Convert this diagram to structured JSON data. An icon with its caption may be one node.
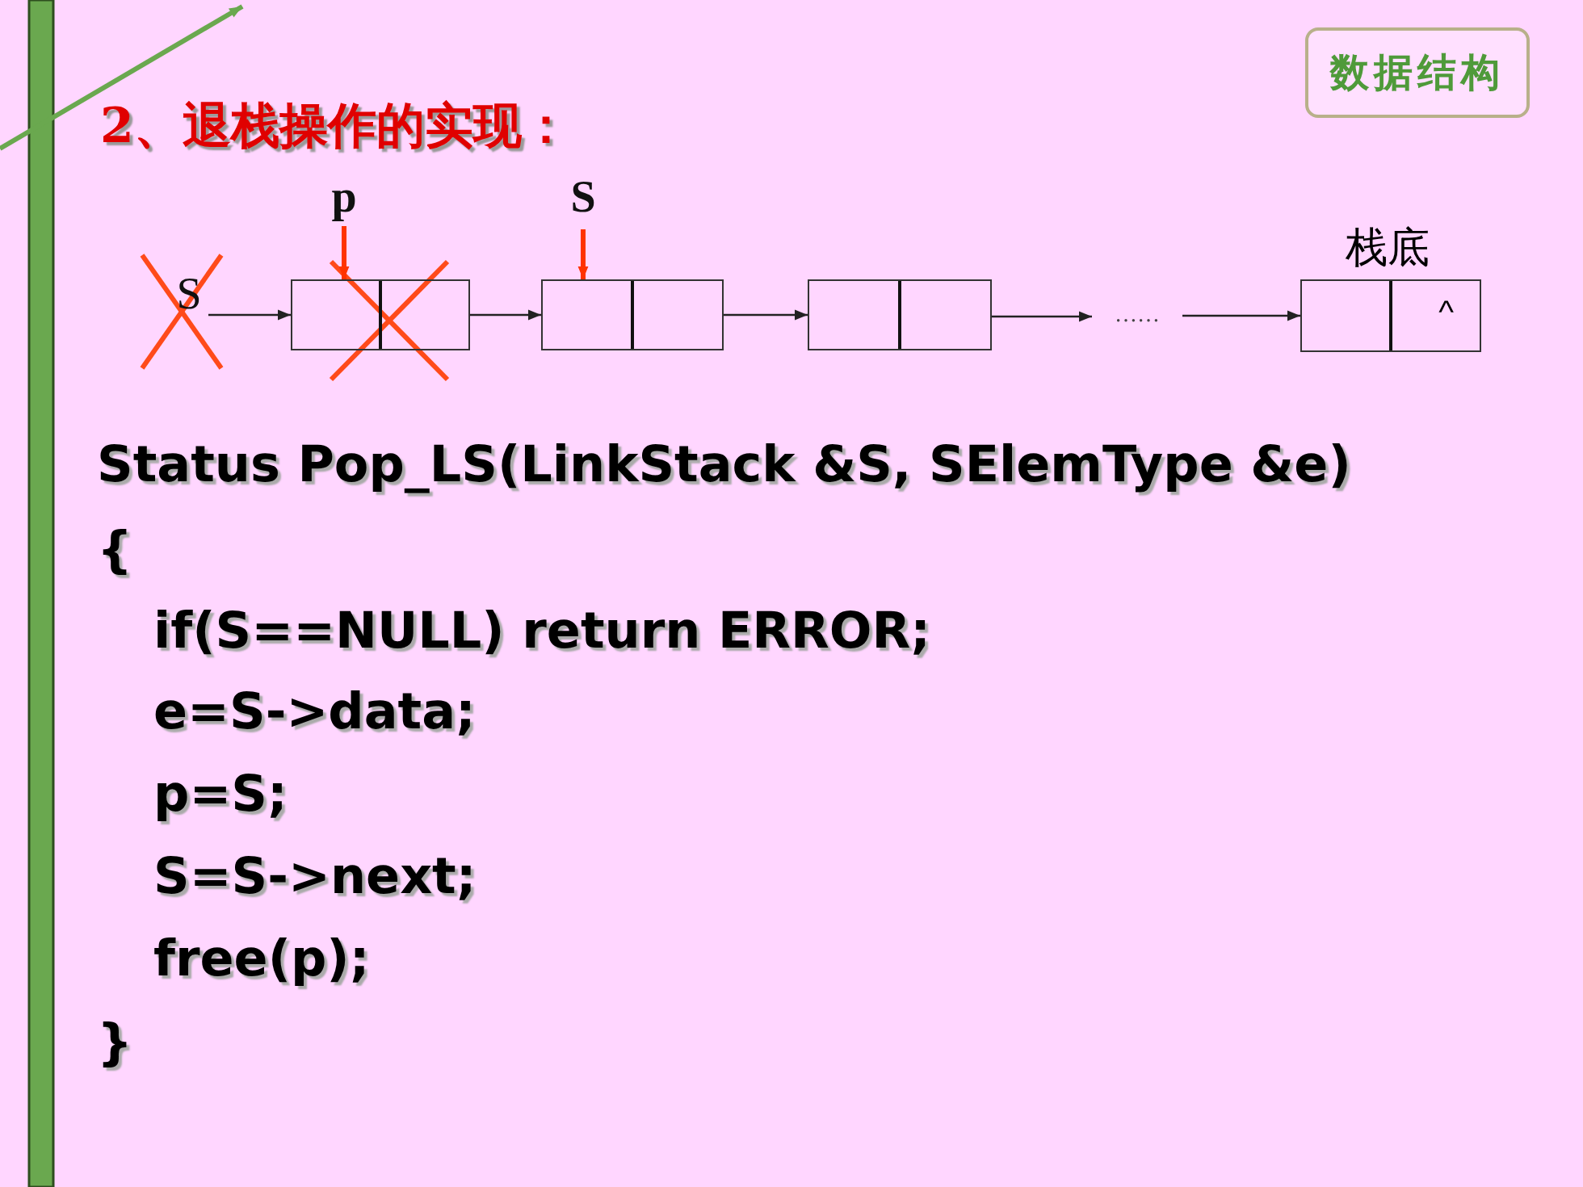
{
  "diagram": {
    "title": "2、退栈操作的实现：",
    "nodes": [
      {
        "text": [
          "数据结构"
        ]
      },
      {
        "text": [
          "p"
        ]
      },
      {
        "text": [
          "S"
        ]
      },
      {
        "text": [
          "S"
        ]
      },
      {
        "text": [],
        "shape": "box"
      },
      {
        "text": [],
        "shape": "box"
      },
      {
        "text": [],
        "shape": "box"
      },
      {
        "text": [
          "……"
        ]
      },
      {
        "text": [
          "^"
        ],
        "beside": [
          "栈底"
        ]
      }
    ],
    "edges": [
      {
        "from": 1,
        "to": 4,
        "arrow": "to",
        "style": "thick",
        "color": "#ff3300"
      },
      {
        "from": 2,
        "to": 5,
        "arrow": "to",
        "style": "thick",
        "color": "#ff3300"
      },
      {
        "from": 3,
        "to": 4,
        "arrow": "to"
      },
      {
        "from": 4,
        "to": 5,
        "arrow": "to"
      },
      {
        "from": 5,
        "to": 6,
        "arrow": "to"
      },
      {
        "from": 6,
        "to": 7,
        "arrow": "to"
      },
      {
        "from": 7,
        "to": 8,
        "arrow": "to"
      }
    ],
    "labels": [
      "Status Pop_LS(LinkStack &S, SElemType &e)",
      "{",
      "if(S==NULL) return ERROR;",
      "e=S->data;",
      "p=S;",
      "S=S->next;",
      "free(p);",
      "}"
    ]
  }
}
